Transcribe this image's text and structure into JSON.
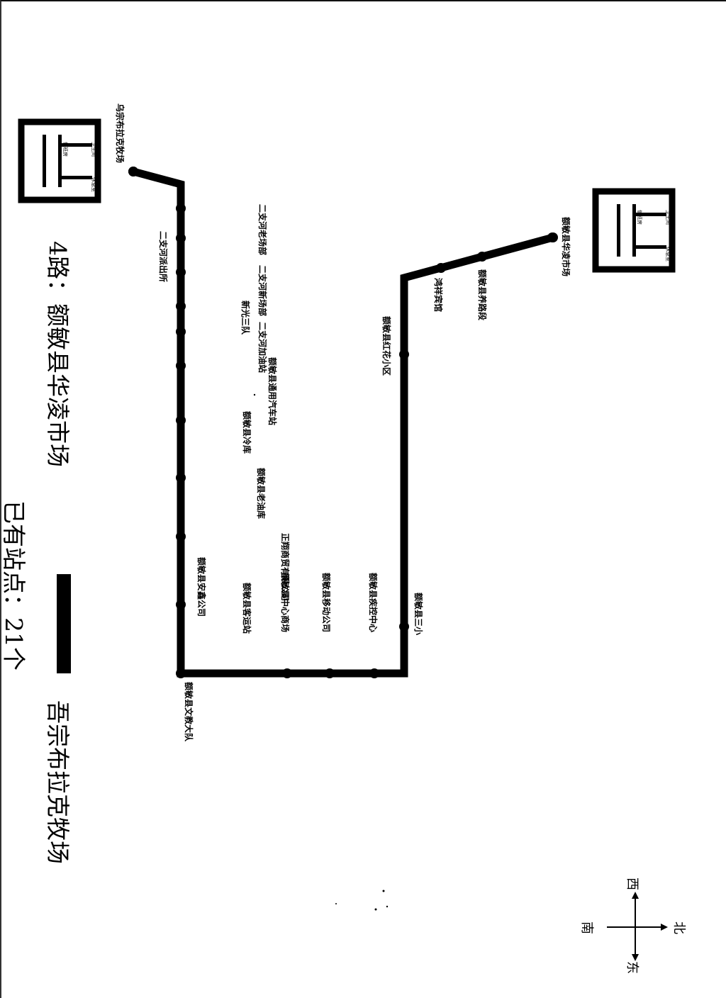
{
  "route": {
    "number": "4路：",
    "origin": "额敏县华凌市场",
    "destination": "吾宗布拉克牧场",
    "stop_count_label": "已有站点：21个"
  },
  "terminal_facilities": {
    "restroom": "卫生间",
    "room": "休息室",
    "duty_room": "值班房"
  },
  "stops": [
    {
      "id": "huangling",
      "name": "额敏县华凌市场"
    },
    {
      "id": "yangluduan",
      "name": "额敏县养路段"
    },
    {
      "id": "hongxiang",
      "name": "鸿祥宾馆"
    },
    {
      "id": "honghua",
      "name": "额敏县红花小区"
    },
    {
      "id": "sanxiao",
      "name": "额敏县三小"
    },
    {
      "id": "jikong",
      "name": "额敏县疾控中心"
    },
    {
      "id": "yidong",
      "name": "额敏县移动公司"
    },
    {
      "id": "zhongxin",
      "name": "额敏县中心商场"
    },
    {
      "id": "keyun",
      "name": "额敏县客运站"
    },
    {
      "id": "yanglin",
      "name": "正翔商贸有限公司"
    },
    {
      "id": "anxin",
      "name": "额敏县安鑫公司"
    },
    {
      "id": "wenjiao",
      "name": "额敏县文教大队"
    },
    {
      "id": "laoyouku",
      "name": "额敏县老油库"
    },
    {
      "id": "lengku",
      "name": "额敏县冷库"
    },
    {
      "id": "qiche",
      "name": "额敏县通用汽车站"
    },
    {
      "id": "jiayou",
      "name": "二支河加油站"
    },
    {
      "id": "sandui",
      "name": "新光三队"
    },
    {
      "id": "xinchang",
      "name": "二支河新场部"
    },
    {
      "id": "paichusuo",
      "name": "二支河派出所"
    },
    {
      "id": "laochang",
      "name": "二支河老场部"
    },
    {
      "id": "wuzong",
      "name": "乌宗布拉克牧场"
    }
  ],
  "compass": {
    "north": "北",
    "south": "南",
    "east": "东",
    "west": "西"
  },
  "colors": {
    "route_line": "#000000",
    "background": "#ffffff"
  }
}
